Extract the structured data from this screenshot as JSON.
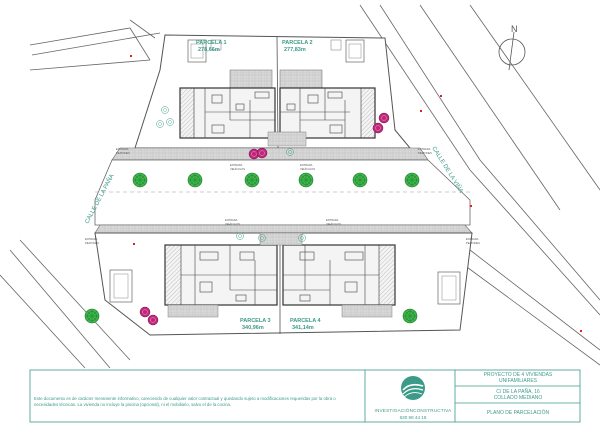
{
  "streets": {
    "left": "CALLE DE LA PAÑA",
    "right": "CALLE DE LA VIÑA"
  },
  "parcels": [
    {
      "name": "PARCELA 1",
      "area": "278,66m"
    },
    {
      "name": "PARCELA 2",
      "area": "277,83m"
    },
    {
      "name": "PARCELA 3",
      "area": "340,96m"
    },
    {
      "name": "PARCELA 4",
      "area": "341,14m"
    }
  ],
  "north": "N",
  "small_tags": {
    "entrada": "ENTRADA",
    "vehiculos": "VEHÍCULOS",
    "peatones": "PEATONES"
  },
  "disclaimer": "Este documento es de carácter meramente informativo, careciendo de cualquier valor contractual y quedando sujeto a modificaciones requeridas por la obra o necesidades técnicas. La vivienda no incluye la piscina (opcional), ni el mobiliario, salvo el de la cocina.",
  "company": {
    "name": "INVESTIGACIÓNCONSTRUCTIVA",
    "phone": "630 98 44 18"
  },
  "project": {
    "line1": "PROYECTO DE 4 VIVIENDAS",
    "line2": "UNIFAMILIARES",
    "address1": "C/ DE LA PAÑA, 16",
    "address2": "COLLADO MEDIANO",
    "sheet": "PLANO DE PARCELACIÓN"
  },
  "colors": {
    "line": "#555555",
    "teal": "#3c9a88",
    "pink": "#c0267a",
    "tree": "#3cb54a",
    "red": "#e02020"
  }
}
